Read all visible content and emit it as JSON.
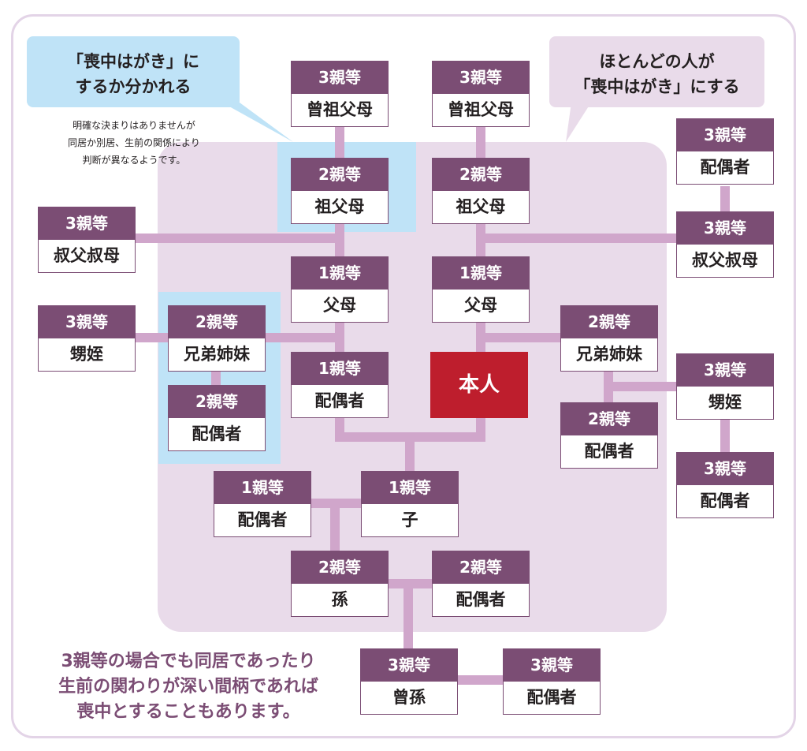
{
  "colors": {
    "accent_purple": "#7b4d74",
    "connector": "#d0a6cb",
    "zone_pink": "#e9dbea",
    "zone_blue": "#bfe3f7",
    "self_red": "#be1e2d",
    "frame": "#e3d4e7"
  },
  "callouts": {
    "split": {
      "line1": "「喪中はがき」に",
      "line2": "するか分かれる"
    },
    "split_note": {
      "line1": "明確な決まりはありませんが",
      "line2": "同居か別居、生前の関係により",
      "line3": "判断が異なるようです。"
    },
    "most": {
      "line1": "ほとんどの人が",
      "line2": "「喪中はがき」にする"
    },
    "bottom": {
      "line1": "3親等の場合でも同居であったり",
      "line2": "生前の関わりが深い間柄であれば",
      "line3": "喪中とすることもあります。"
    }
  },
  "self": {
    "label": "本人"
  },
  "boxes": [
    {
      "id": "great-grandparents-left",
      "degree": "3親等",
      "relation": "曾祖父母"
    },
    {
      "id": "great-grandparents-right",
      "degree": "3親等",
      "relation": "曾祖父母"
    },
    {
      "id": "grandparents-left",
      "degree": "2親等",
      "relation": "祖父母"
    },
    {
      "id": "grandparents-right",
      "degree": "2親等",
      "relation": "祖父母"
    },
    {
      "id": "uncle-aunt-left",
      "degree": "3親等",
      "relation": "叔父叔母"
    },
    {
      "id": "uncle-aunt-spouse-right",
      "degree": "3親等",
      "relation": "配偶者"
    },
    {
      "id": "uncle-aunt-right",
      "degree": "3親等",
      "relation": "叔父叔母"
    },
    {
      "id": "parents-left",
      "degree": "1親等",
      "relation": "父母"
    },
    {
      "id": "parents-right",
      "degree": "1親等",
      "relation": "父母"
    },
    {
      "id": "nephew-niece-left",
      "degree": "3親等",
      "relation": "甥姪"
    },
    {
      "id": "siblings-left",
      "degree": "2親等",
      "relation": "兄弟姉妹"
    },
    {
      "id": "siblings-spouse-left",
      "degree": "2親等",
      "relation": "配偶者"
    },
    {
      "id": "spouse",
      "degree": "1親等",
      "relation": "配偶者"
    },
    {
      "id": "siblings-right",
      "degree": "2親等",
      "relation": "兄弟姉妹"
    },
    {
      "id": "siblings-spouse-right",
      "degree": "2親等",
      "relation": "配偶者"
    },
    {
      "id": "nephew-niece-right",
      "degree": "3親等",
      "relation": "甥姪"
    },
    {
      "id": "nephew-niece-spouse-right",
      "degree": "3親等",
      "relation": "配偶者"
    },
    {
      "id": "child-spouse",
      "degree": "1親等",
      "relation": "配偶者"
    },
    {
      "id": "child",
      "degree": "1親等",
      "relation": "子"
    },
    {
      "id": "grandchild",
      "degree": "2親等",
      "relation": "孫"
    },
    {
      "id": "grandchild-spouse",
      "degree": "2親等",
      "relation": "配偶者"
    },
    {
      "id": "great-grandchild",
      "degree": "3親等",
      "relation": "曾孫"
    },
    {
      "id": "great-grandchild-spouse",
      "degree": "3親等",
      "relation": "配偶者"
    }
  ]
}
